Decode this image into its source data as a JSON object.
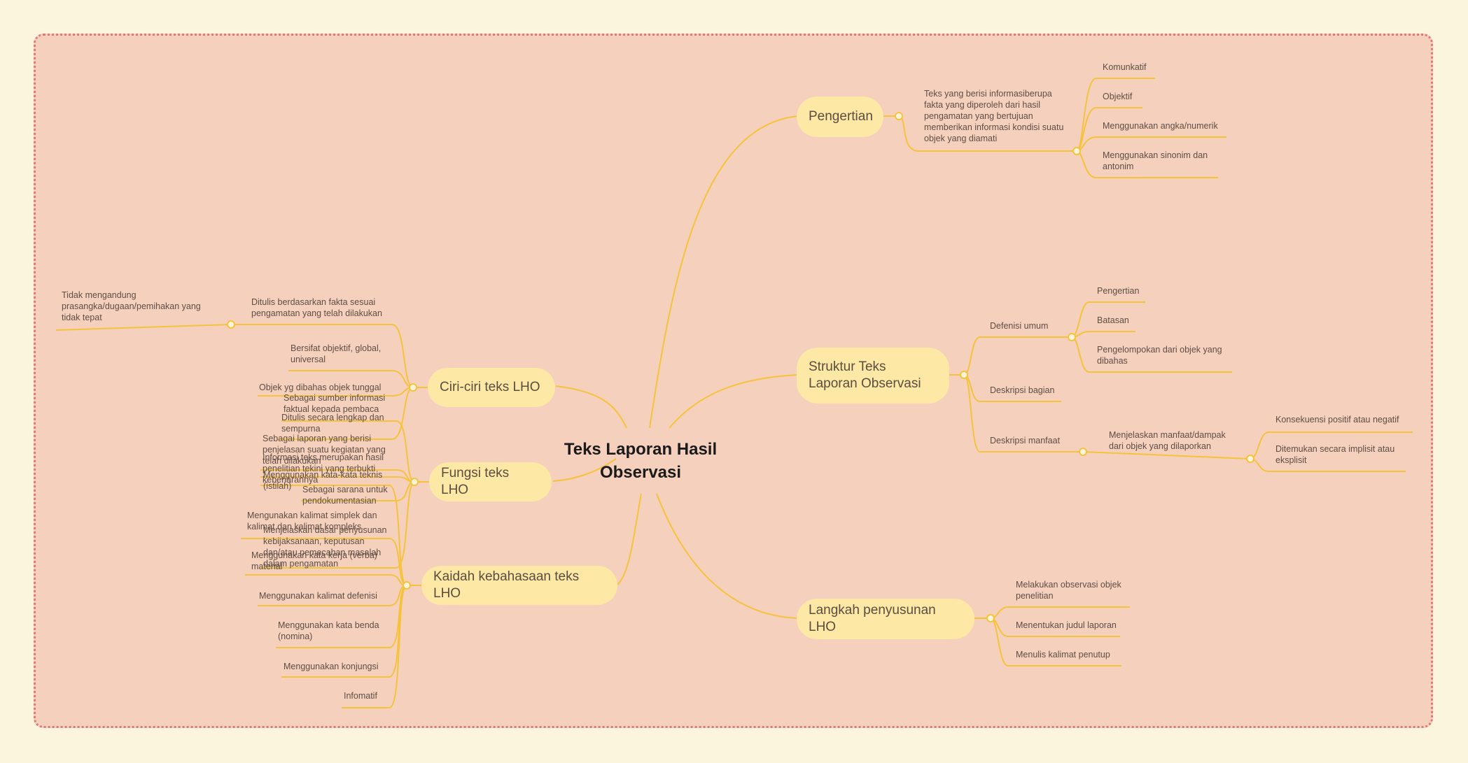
{
  "root": {
    "title": "Teks Laporan Hasil Observasi"
  },
  "right": {
    "pengertian": {
      "label": "Pengertian",
      "definition": "Teks yang berisi informasiberupa fakta yang diperoleh dari hasil pengamatan yang bertujuan memberikan informasi kondisi suatu objek yang diamati",
      "traits": [
        "Komunkatif",
        "Objektif",
        "Menggunakan angka/numerik",
        "Menggunakan sinonim dan antonim"
      ]
    },
    "struktur": {
      "label": "Struktur Teks Laporan Observasi",
      "defenisi_umum": "Defenisi umum",
      "defenisi_items": [
        "Pengertian",
        "Batasan",
        "Pengelompokan dari objek yang dibahas"
      ],
      "deskripsi_bagian": "Deskripsi bagian",
      "deskripsi_manfaat": "Deskripsi manfaat",
      "manfaat_child": "Menjelaskan manfaat/dampak dari objek yang dilaporkan",
      "manfaat_items": [
        "Konsekuensi positif atau negatif",
        "Ditemukan secara implisit atau eksplisit"
      ]
    },
    "langkah": {
      "label": "Langkah penyusunan LHO",
      "items": [
        "Melakukan observasi objek penelitian",
        "Menentukan judul laporan",
        "Menulis kalimat penutup"
      ]
    }
  },
  "left": {
    "ciri": {
      "label": "Ciri-ciri teks LHO",
      "items": [
        "Ditulis berdasarkan fakta sesuai pengamatan yang telah dilakukan",
        "Bersifat objektif, global, universal",
        "Objek yg dibahas objek tunggal",
        "Ditulis secara lengkap dan sempurna"
      ],
      "sub_item": "Tidak mengandung prasangka/dugaan/pemihakan yang tidak tepat"
    },
    "fungsi": {
      "label": "Fungsi teks LHO",
      "items": [
        "Sebagai sumber informasi faktual kepada pembaca",
        "Sebagai laporan yang berisi penjelasan suatu kegiatan yang telah dilakukan",
        "Informasi teks merupakan hasil penelitian tekini yang terbukti kebenarannya",
        "Sebagai sarana untuk pendokumentasian",
        "Menjelaskan dasar penyusunan kebijaksanaan, keputusan dan/atau pemecahan masalah dalam pengamatan"
      ]
    },
    "kaidah": {
      "label": "Kaidah kebahasaan teks LHO",
      "items": [
        "Menggunakan kata-kata teknis (istilah)",
        "Mengunakan kalimat simplek dan kalimat dan kalimat kompleks",
        "Menggunakan kata kerja (verba) material",
        "Menggunakan kalimat defenisi",
        "Menggunakan kata benda (nomina)",
        "Menggunakan konjungsi",
        "Infomatif"
      ]
    }
  }
}
